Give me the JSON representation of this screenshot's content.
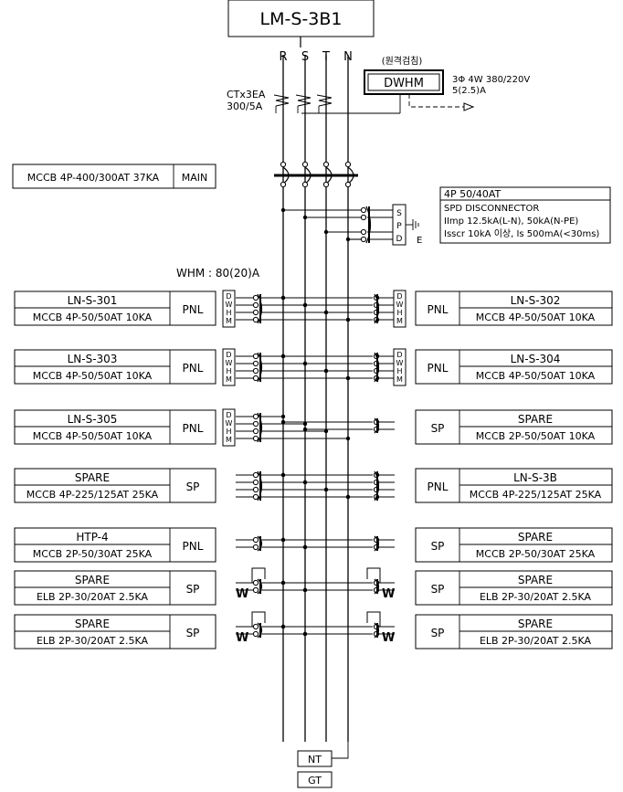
{
  "title": "LM-S-3B1",
  "phases": [
    "R",
    "S",
    "T",
    "N"
  ],
  "meter": {
    "remote_label": "(원격검침)",
    "name": "DWHM",
    "spec_line1": "3Φ 4W 380/220V",
    "spec_line2": "5(2.5)A"
  },
  "ct": {
    "line1": "CTx3EA",
    "line2": "300/5A"
  },
  "main": {
    "breaker": "MCCB 4P-400/300AT 37KA",
    "label": "MAIN"
  },
  "spd": {
    "line1": "4P 50/40AT",
    "line2": "SPD DISCONNECTOR",
    "line3": "IImp 12.5kA(L-N), 50kA(N-PE)",
    "line4": "Isscr 10kA 이상, Is 500mA(<30ms)",
    "letters": [
      "S",
      "P",
      "D"
    ],
    "earth": "E"
  },
  "whm_note": "WHM : 80(20)A",
  "dwhm_letters": [
    "D",
    "W",
    "H",
    "M"
  ],
  "feeders_left": [
    {
      "name": "LN-S-301",
      "breaker": "MCCB 4P-50/50AT 10KA",
      "type": "PNL"
    },
    {
      "name": "LN-S-303",
      "breaker": "MCCB 4P-50/50AT 10KA",
      "type": "PNL"
    },
    {
      "name": "LN-S-305",
      "breaker": "MCCB 4P-50/50AT 10KA",
      "type": "PNL"
    },
    {
      "name": "SPARE",
      "breaker": "MCCB 4P-225/125AT 25KA",
      "type": "SP"
    },
    {
      "name": "HTP-4",
      "breaker": "MCCB 2P-50/30AT 25KA",
      "type": "PNL"
    },
    {
      "name": "SPARE",
      "breaker": "ELB 2P-30/20AT 2.5KA",
      "type": "SP"
    },
    {
      "name": "SPARE",
      "breaker": "ELB 2P-30/20AT 2.5KA",
      "type": "SP"
    }
  ],
  "feeders_right": [
    {
      "name": "LN-S-302",
      "breaker": "MCCB 4P-50/50AT 10KA",
      "type": "PNL"
    },
    {
      "name": "LN-S-304",
      "breaker": "MCCB 4P-50/50AT 10KA",
      "type": "PNL"
    },
    {
      "name": "SPARE",
      "breaker": "MCCB 2P-50/50AT 10KA",
      "type": "SP"
    },
    {
      "name": "LN-S-3B",
      "breaker": "MCCB 4P-225/125AT 25KA",
      "type": "PNL"
    },
    {
      "name": "SPARE",
      "breaker": "MCCB 2P-50/30AT 25KA",
      "type": "SP"
    },
    {
      "name": "SPARE",
      "breaker": "ELB 2P-30/20AT 2.5KA",
      "type": "SP"
    },
    {
      "name": "SPARE",
      "breaker": "ELB 2P-30/20AT 2.5KA",
      "type": "SP"
    }
  ],
  "elb_mark": "W",
  "bottom": {
    "nt": "NT",
    "gt": "GT"
  }
}
